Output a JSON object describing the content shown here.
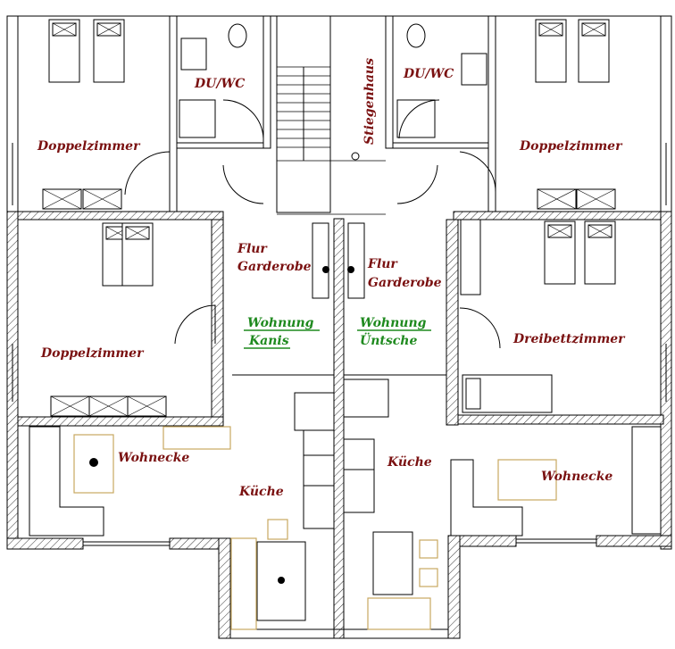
{
  "plan": {
    "rooms": {
      "dz_top_left": "Doppelzimmer",
      "dz_top_right": "Doppelzimmer",
      "dz_mid_left": "Doppelzimmer",
      "dreibett": "Dreibettzimmer",
      "duwc_left": "DU/WC",
      "duwc_right": "DU/WC",
      "stairs": "Stiegenhaus",
      "flur_left_1": "Flur",
      "flur_left_2": "Garderobe",
      "flur_right_1": "Flur",
      "flur_right_2": "Garderobe",
      "wohnecke_left": "Wohnecke",
      "wohnecke_right": "Wohnecke",
      "kueche_left": "Küche",
      "kueche_right": "Küche"
    },
    "apartments": {
      "left_1": "Wohnung",
      "left_2": "Kanis",
      "right_1": "Wohnung",
      "right_2": "Üntsche"
    },
    "colors": {
      "room_label": "#7a1111",
      "apartment_label": "#1f8a1f",
      "furniture_accent": "#c8a860"
    }
  }
}
